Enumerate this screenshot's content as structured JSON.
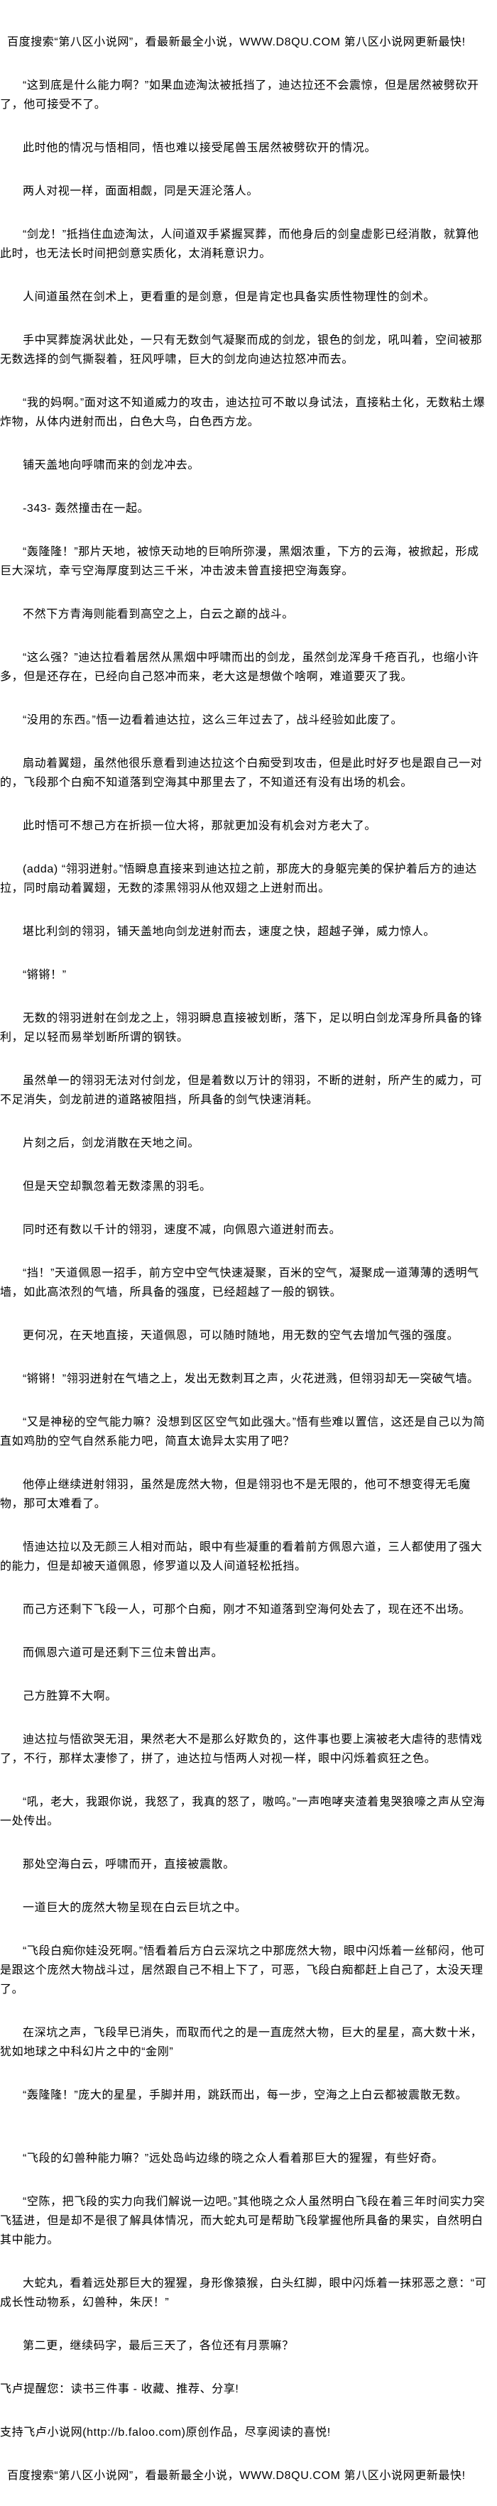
{
  "header_banner": "百度搜索“第八区小说网”，看最新最全小说，WWW.D8QU.COM   第八区小说网更新最快!",
  "paragraphs": [
    "“这到底是什么能力啊？”如果血迹淘汰被抵挡了，迪达拉还不会震惊，但是居然被劈砍开了，他可接受不了。",
    "此时他的情况与悟相同，悟也难以接受尾兽玉居然被劈砍开的情况。",
    "两人对视一样，面面相觑，同是天涯沦落人。",
    "“剑龙！”抵挡住血迹淘汰，人间道双手紧握冥葬，而他身后的剑皇虚影已经消散，就算他此时，也无法长时间把剑意实质化，太消耗意识力。",
    "人间道虽然在剑术上，更看重的是剑意，但是肯定也具备实质性物理性的剑术。",
    "手中冥葬旋涡状此处，一只有无数剑气凝聚而成的剑龙，银色的剑龙，吼叫着，空间被那无数选择的剑气撕裂着，狂风呼啸，巨大的剑龙向迪达拉怒冲而去。",
    "“我的妈啊。”面对这不知道威力的攻击，迪达拉可不敢以身试法，直接粘土化，无数粘土爆炸物，从体内迸射而出，白色大鸟，白色西方龙。",
    "铺天盖地向呼啸而来的剑龙冲去。",
    "-343-  轰然撞击在一起。",
    "“轰隆隆！”那片天地，被惊天动地的巨响所弥漫，黑烟浓重，下方的云海，被掀起，形成巨大深坑，幸亏空海厚度到达三千米，冲击波未曾直接把空海轰穿。",
    "不然下方青海则能看到高空之上，白云之巅的战斗。",
    "“这么强？”迪达拉看着居然从黑烟中呼啸而出的剑龙，虽然剑龙浑身千疮百孔，也缩小许多，但是还存在，已经向自己怒冲而来，老大这是想做个啥啊，难道要灭了我。",
    "“没用的东西。”悟一边看着迪达拉，这么三年过去了，战斗经验如此废了。",
    "扇动着翼翅，虽然他很乐意看到迪达拉这个白痴受到攻击，但是此时好歹也是跟自己一对的，飞段那个白痴不知道落到空海其中那里去了，不知道还有没有出场的机会。",
    "此时悟可不想己方在折损一位大将，那就更加没有机会对方老大了。",
    "(adda)  “翎羽迸射。”悟瞬息直接来到迪达拉之前，那庞大的身躯完美的保护着后方的迪达拉，同时扇动着翼翅，无数的漆黑翎羽从他双翅之上迸射而出。",
    "堪比利剑的翎羽，铺天盖地向剑龙迸射而去，速度之快，超越子弹，威力惊人。",
    "“锵锵！”",
    "无数的翎羽迸射在剑龙之上，翎羽瞬息直接被划断，落下，足以明白剑龙浑身所具备的锋利，足以轻而易举划断所谓的钢铁。",
    "虽然单一的翎羽无法对付剑龙，但是着数以万计的翎羽，不断的迸射，所产生的威力，可不足消失，剑龙前进的道路被阻挡，所具备的剑气快速消耗。",
    "片刻之后，剑龙消散在天地之间。",
    "但是天空却飘忽着无数漆黑的羽毛。",
    "同时还有数以千计的翎羽，速度不减，向佩恩六道迸射而去。",
    "“挡！”天道佩恩一招手，前方空中空气快速凝聚，百米的空气，凝聚成一道薄薄的透明气墙，如此高浓烈的气墙，所具备的强度，已经超越了一般的钢铁。",
    "更何况，在天地直接，天道佩恩，可以随时随地，用无数的空气去增加气强的强度。",
    "“锵锵！”翎羽迸射在气墙之上，发出无数刺耳之声，火花迸溅，但翎羽却无一突破气墙。",
    "“又是神秘的空气能力嘛？没想到区区空气如此强大。”悟有些难以置信，这还是自己以为简直如鸡肋的空气自然系能力吧，简直太诡异太实用了吧？",
    "他停止继续迸射翎羽，虽然是庞然大物，但是翎羽也不是无限的，他可不想变得无毛魔物，那可太难看了。",
    "悟迪达拉以及无颜三人相对而站，眼中有些凝重的看着前方佩恩六道，三人都使用了强大的能力，但是却被天道佩恩，修罗道以及人间道轻松抵挡。",
    "而己方还剩下飞段一人，可那个白痴，刚才不知道落到空海何处去了，现在还不出场。",
    "而佩恩六道可是还剩下三位未曾出声。",
    "己方胜算不大啊。",
    "迪达拉与悟欲哭无泪，果然老大不是那么好欺负的，这件事也要上演被老大虐待的悲情戏了，不行，那样太凄惨了，拼了，迪达拉与悟两人对视一样，眼中闪烁着疯狂之色。",
    "“吼，老大，我跟你说，我怒了，我真的怒了，嗷呜。”一声咆哮夹渣着鬼哭狼嚎之声从空海一处传出。",
    "那处空海白云，呼啸而开，直接被震散。",
    "一道巨大的庞然大物呈现在白云巨坑之中。",
    "“飞段白痴你娃没死啊。”悟看着后方白云深坑之中那庞然大物，眼中闪烁着一丝郁闷，他可是跟这个庞然大物战斗过，居然跟自己不相上下了，可恶，飞段白痴都赶上自己了，太没天理了。",
    "在深坑之声，飞段早已消失，而取而代之的是一直庞然大物，巨大的星星，高大数十米，犹如地球之中科幻片之中的“金刚”",
    "“轰隆隆！”庞大的星星，手脚并用，跳跃而出，每一步，空海之上白云都被震散无数。",
    "“飞段的幻兽种能力嘛？”远处岛屿边缘的晓之众人看着那巨大的猩猩，有些好奇。",
    "“空陈，把飞段的实力向我们解说一边吧。”其他晓之众人虽然明白飞段在着三年时间实力突飞猛进，但是却不是很了解具体情况，而大蛇丸可是帮助飞段掌握他所具备的果实，自然明白其中能力。",
    "大蛇丸，看着远处那巨大的猩猩，身形像猿猴，白头红脚，眼中闪烁着一抹邪恶之意：“可成长性动物系，幻兽种，朱厌！”",
    "第二更，继续码字，最后三天了，各位还有月票嘛？"
  ],
  "footer": {
    "reminder": "飞卢提醒您：读书三件事 - 收藏、推荐、分享!",
    "support": "支持飞卢小说网(http://b.faloo.com)原创作品，尽享阅读的喜悦!",
    "banner": "百度搜索“第八区小说网”，看最新最全小说，WWW.D8QU.COM   第八区小说网更新最快!"
  }
}
